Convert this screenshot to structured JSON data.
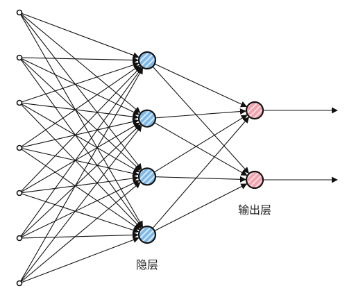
{
  "labels": {
    "hidden": "隐层",
    "output": "输出层"
  },
  "network": {
    "inputs": 7,
    "hidden": 4,
    "outputs": 2
  },
  "colors": {
    "stroke": "#111111",
    "hidden_fill": "#7fb8e8",
    "hidden_stripe": "#d9ecfa",
    "output_fill": "#f2a3ad",
    "output_stripe": "#fbdde1"
  }
}
